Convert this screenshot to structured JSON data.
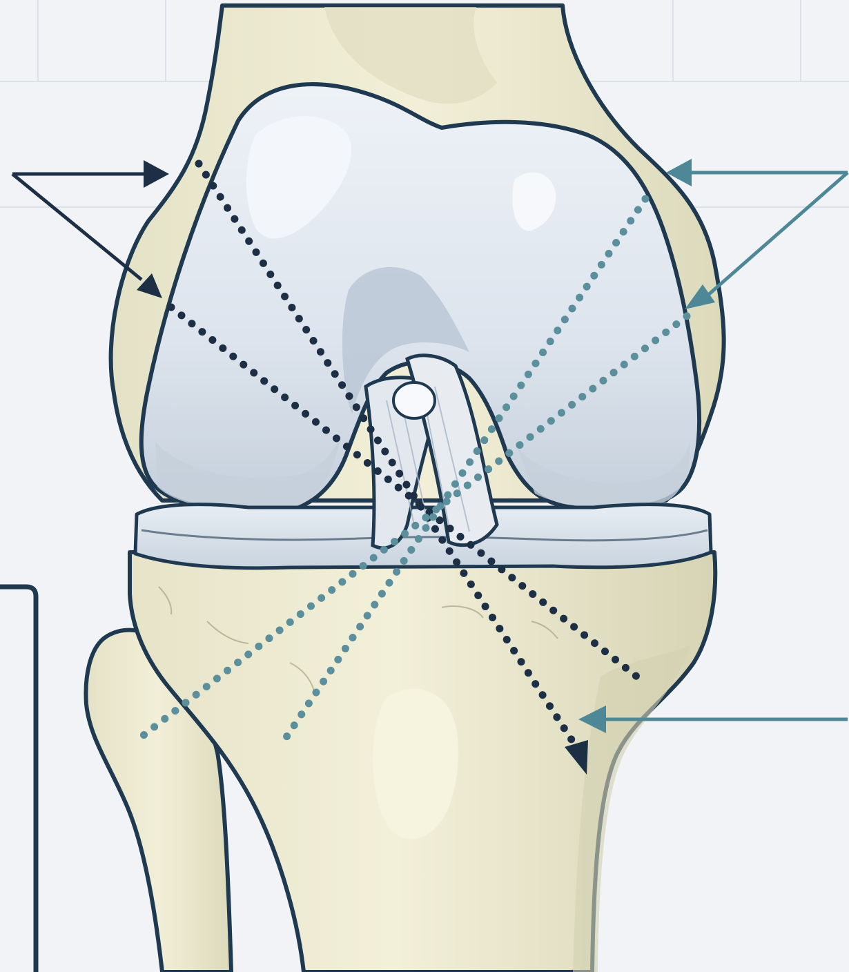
{
  "diagram": {
    "subject": "knee-joint-anterior-view",
    "labels": [],
    "colors": {
      "background": "#f1f3f7",
      "grid": "#dde2ea",
      "outline": "#1f3a50",
      "bone": "#ede9cf",
      "bone_shadow": "#d8d6b8",
      "cartilage": "#dce3ec",
      "cartilage_highlight": "#f4f7fb",
      "cartilage_shadow": "#b9c6d4",
      "ligament": "#e3e8ee",
      "dark_dotted_path": "#1c2f45",
      "teal_dotted_path": "#5a8f9b",
      "dark_arrow": "#1c2f45",
      "teal_arrow": "#4e8896"
    },
    "callouts": [
      {
        "name": "left-upper-callout",
        "color": "dark"
      },
      {
        "name": "left-lower-callout",
        "color": "dark"
      },
      {
        "name": "right-upper-callout",
        "color": "teal"
      },
      {
        "name": "right-middle-callout",
        "color": "teal"
      },
      {
        "name": "right-lower-callout",
        "color": "teal"
      }
    ]
  }
}
